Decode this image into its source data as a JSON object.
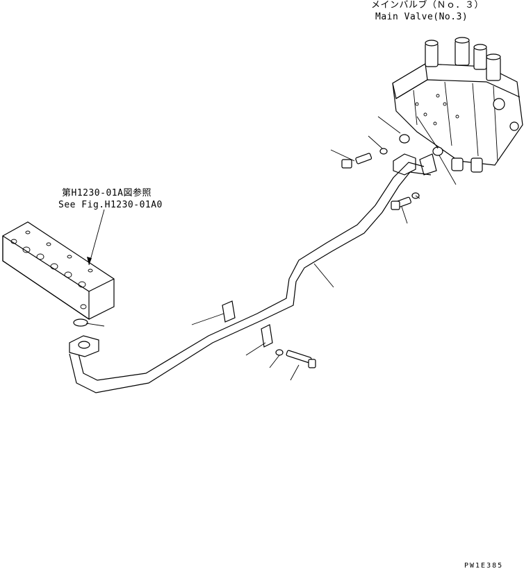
{
  "labels": {
    "main_valve_jp": "メインバルブ（Ｎｏ．３）",
    "main_valve_en": "Main Valve(No.3)",
    "ref_jp": "第H1230-01A図参照",
    "ref_en": "See Fig.H1230-01A0",
    "drawing_code": "PW1E385"
  }
}
